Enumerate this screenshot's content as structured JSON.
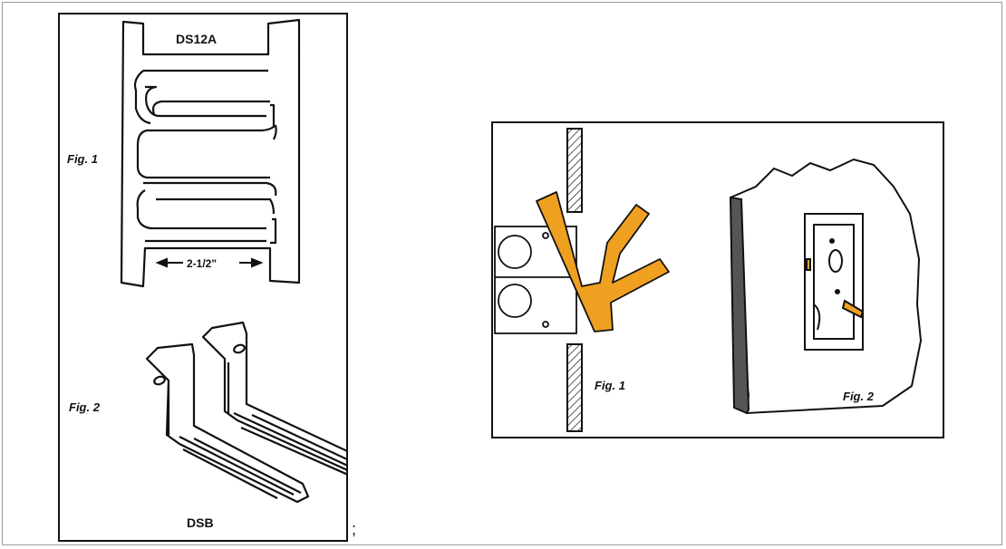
{
  "left_panel": {
    "top_model_label": "DS12A",
    "fig1_label": "Fig. 1",
    "dimension_label": "2-1/2\"",
    "fig2_label": "Fig. 2",
    "bottom_model_label": "DSB"
  },
  "right_panel": {
    "fig1_label": "Fig. 1",
    "fig2_label": "Fig. 2"
  },
  "separator": ";",
  "colors": {
    "support_orange": "#f0a020",
    "wall_gray": "#555555",
    "line": "#111111"
  }
}
